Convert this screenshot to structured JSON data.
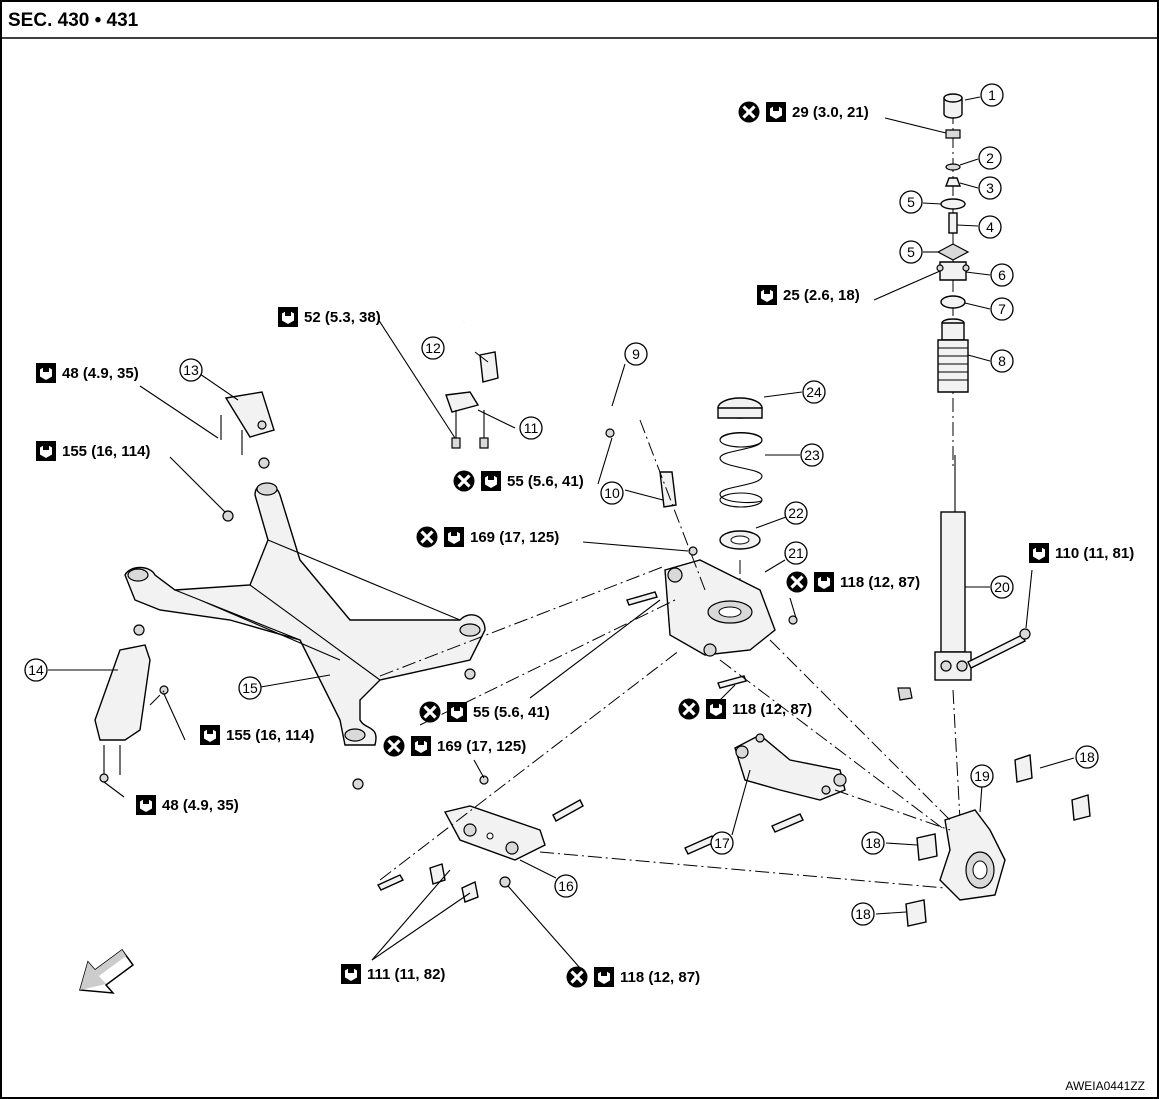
{
  "header": {
    "section": "SEC. 430 • 431"
  },
  "footer": {
    "figure_code": "AWEIA0441ZZ"
  },
  "callouts": [
    {
      "id": "1",
      "label": "1"
    },
    {
      "id": "2",
      "label": "2"
    },
    {
      "id": "3",
      "label": "3"
    },
    {
      "id": "4",
      "label": "4"
    },
    {
      "id": "5a",
      "label": "5"
    },
    {
      "id": "5b",
      "label": "5"
    },
    {
      "id": "6",
      "label": "6"
    },
    {
      "id": "7",
      "label": "7"
    },
    {
      "id": "8",
      "label": "8"
    },
    {
      "id": "9",
      "label": "9"
    },
    {
      "id": "10",
      "label": "10"
    },
    {
      "id": "11",
      "label": "11"
    },
    {
      "id": "12",
      "label": "12"
    },
    {
      "id": "13",
      "label": "13"
    },
    {
      "id": "14",
      "label": "14"
    },
    {
      "id": "15",
      "label": "15"
    },
    {
      "id": "16",
      "label": "16"
    },
    {
      "id": "17",
      "label": "17"
    },
    {
      "id": "18a",
      "label": "18"
    },
    {
      "id": "18b",
      "label": "18"
    },
    {
      "id": "18c",
      "label": "18"
    },
    {
      "id": "19",
      "label": "19"
    },
    {
      "id": "20",
      "label": "20"
    },
    {
      "id": "21",
      "label": "21"
    },
    {
      "id": "22",
      "label": "22"
    },
    {
      "id": "23",
      "label": "23"
    },
    {
      "id": "24",
      "label": "24"
    }
  ],
  "torques": [
    {
      "id": "t29",
      "value": "29 (3.0, 21)",
      "non_reusable": true
    },
    {
      "id": "t25",
      "value": "25 (2.6, 18)",
      "non_reusable": false
    },
    {
      "id": "t52",
      "value": "52 (5.3, 38)",
      "non_reusable": false
    },
    {
      "id": "t48a",
      "value": "48 (4.9, 35)",
      "non_reusable": false
    },
    {
      "id": "t155a",
      "value": "155 (16, 114)",
      "non_reusable": false
    },
    {
      "id": "t55a",
      "value": "55 (5.6, 41)",
      "non_reusable": true
    },
    {
      "id": "t169a",
      "value": "169 (17, 125)",
      "non_reusable": true
    },
    {
      "id": "t118a",
      "value": "118 (12, 87)",
      "non_reusable": true
    },
    {
      "id": "t110",
      "value": "110 (11, 81)",
      "non_reusable": false
    },
    {
      "id": "t55b",
      "value": "55 (5.6, 41)",
      "non_reusable": true
    },
    {
      "id": "t118b",
      "value": "118 (12, 87)",
      "non_reusable": true
    },
    {
      "id": "t155b",
      "value": "155 (16, 114)",
      "non_reusable": false
    },
    {
      "id": "t169b",
      "value": "169 (17, 125)",
      "non_reusable": true
    },
    {
      "id": "t48b",
      "value": "48 (4.9, 35)",
      "non_reusable": false
    },
    {
      "id": "t111",
      "value": "111 (11, 82)",
      "non_reusable": false
    },
    {
      "id": "t118c",
      "value": "118 (12, 87)",
      "non_reusable": true
    }
  ],
  "icons": {
    "torque": "torque-wrench-icon",
    "non_reusable": "non-reusable-x-icon",
    "front": "front-direction-arrow-icon"
  }
}
